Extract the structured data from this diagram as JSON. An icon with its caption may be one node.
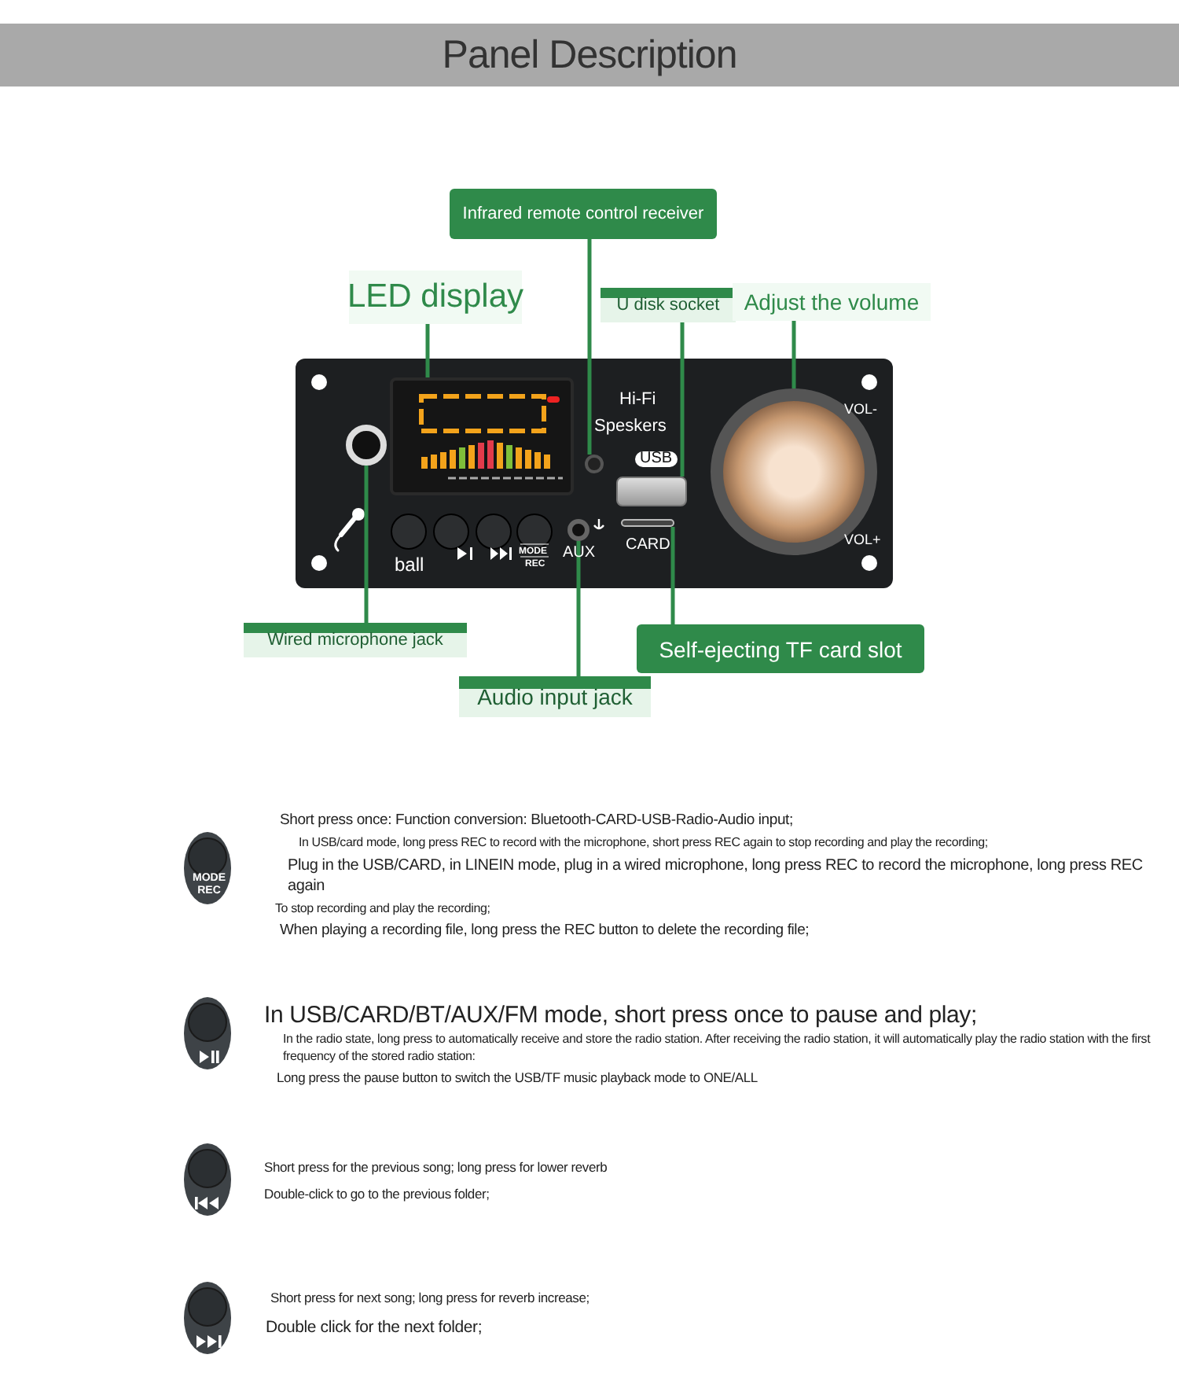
{
  "diagram": {
    "title": "Panel Description",
    "nodes": [
      {
        "text": [
          "Infrared remote control receiver"
        ]
      },
      {
        "text": [
          "LED display"
        ]
      },
      {
        "text": [
          "U disk socket"
        ]
      },
      {
        "text": [
          "Adjust the volume"
        ]
      },
      {
        "text": [
          "Wired microphone jack"
        ]
      },
      {
        "text": [
          "Self-ejecting TF card slot"
        ]
      },
      {
        "text": [
          "Audio input jack"
        ]
      },
      {
        "text": [],
        "shape": "box"
      },
      {
        "text": [],
        "shape": "circle"
      },
      {
        "text": [],
        "shape": "box"
      },
      {
        "text": [],
        "shape": "circle"
      },
      {
        "text": [],
        "shape": "circle"
      },
      {
        "text": [],
        "shape": "circle"
      },
      {
        "text": [],
        "shape": "box"
      }
    ],
    "edges": [
      {
        "from": 0,
        "to": 8,
        "arrow": "none"
      },
      {
        "from": 1,
        "to": 7,
        "arrow": "none"
      },
      {
        "from": 2,
        "to": 9,
        "arrow": "none"
      },
      {
        "from": 3,
        "to": 10,
        "arrow": "none"
      },
      {
        "from": 4,
        "to": 11,
        "arrow": "none"
      },
      {
        "from": 5,
        "to": 13,
        "arrow": "none"
      },
      {
        "from": 6,
        "to": 12,
        "arrow": "none"
      }
    ],
    "labels": [
      "Hi-Fi",
      "Speskers",
      "USB",
      "CARD",
      "ball",
      "MODE",
      "REC",
      "AUX",
      "VOL-",
      "VOL+",
      "MODE",
      "REC",
      "Short press once: Function conversion: Bluetooth-CARD-USB-Radio-Audio input;",
      "In USB/card mode, long press REC to record with the microphone, short press REC again to stop recording and play the recording;",
      "Plug in the USB/CARD, in LINEIN mode, plug in a wired microphone, long press REC to record the microphone, long press REC again",
      "To stop recording and play the recording;",
      "When playing a recording file, long press the REC button to delete the recording file;",
      "In USB/CARD/BT/AUX/FM mode, short press once to pause and play;",
      "In the radio state, long press to automatically receive and store the radio station. After receiving the radio station, it will automatically play the radio station with the first frequency of the stored radio station:",
      "Long press the pause button to switch the USB/TF music playback mode to ONE/ALL",
      "Short press for the previous song; long press for lower reverb",
      "Double-click to go to the previous folder;",
      "Short press for next song; long press for reverb increase;",
      "Double click for the next folder;"
    ]
  }
}
